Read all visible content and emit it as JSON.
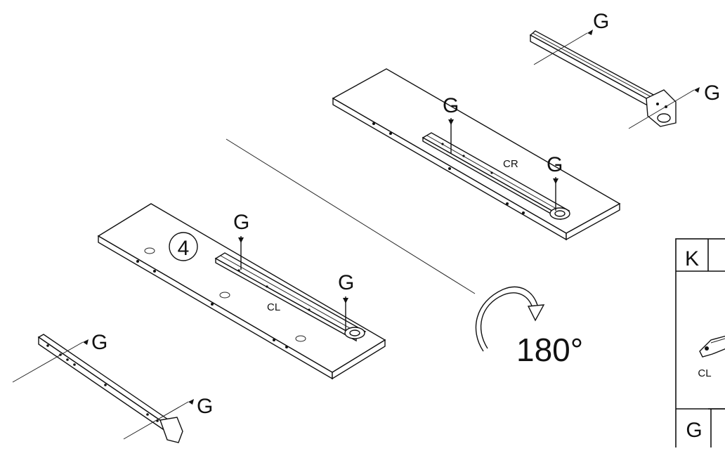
{
  "labels": {
    "screw": "G",
    "step": "4",
    "right_rail": "CR",
    "left_rail": "CL",
    "rotation": "180°"
  },
  "parts_table": {
    "header_letter": "K",
    "rail_caption": "CL",
    "footer_letter": "G"
  }
}
